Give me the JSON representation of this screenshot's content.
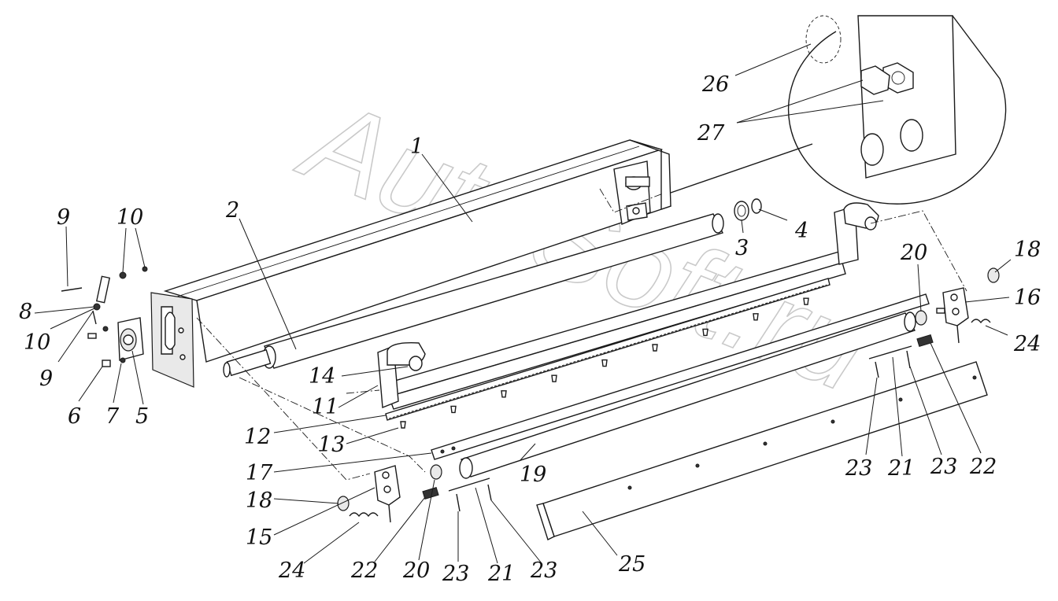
{
  "watermark": "AutoSoft.ru",
  "callouts": {
    "c1": "1",
    "c2": "2",
    "c3": "3",
    "c4": "4",
    "c5": "5",
    "c6": "6",
    "c7": "7",
    "c8": "8",
    "c9a": "9",
    "c9b": "9",
    "c10a": "10",
    "c10b": "10",
    "c11": "11",
    "c12": "12",
    "c13": "13",
    "c14": "14",
    "c15": "15",
    "c16": "16",
    "c17": "17",
    "c18a": "18",
    "c18b": "18",
    "c19": "19",
    "c20a": "20",
    "c20b": "20",
    "c21a": "21",
    "c21b": "21",
    "c22a": "22",
    "c22b": "22",
    "c23a": "23",
    "c23b": "23",
    "c23c": "23",
    "c23d": "23",
    "c24a": "24",
    "c24b": "24",
    "c25": "25",
    "c26": "26",
    "c27": "27"
  }
}
